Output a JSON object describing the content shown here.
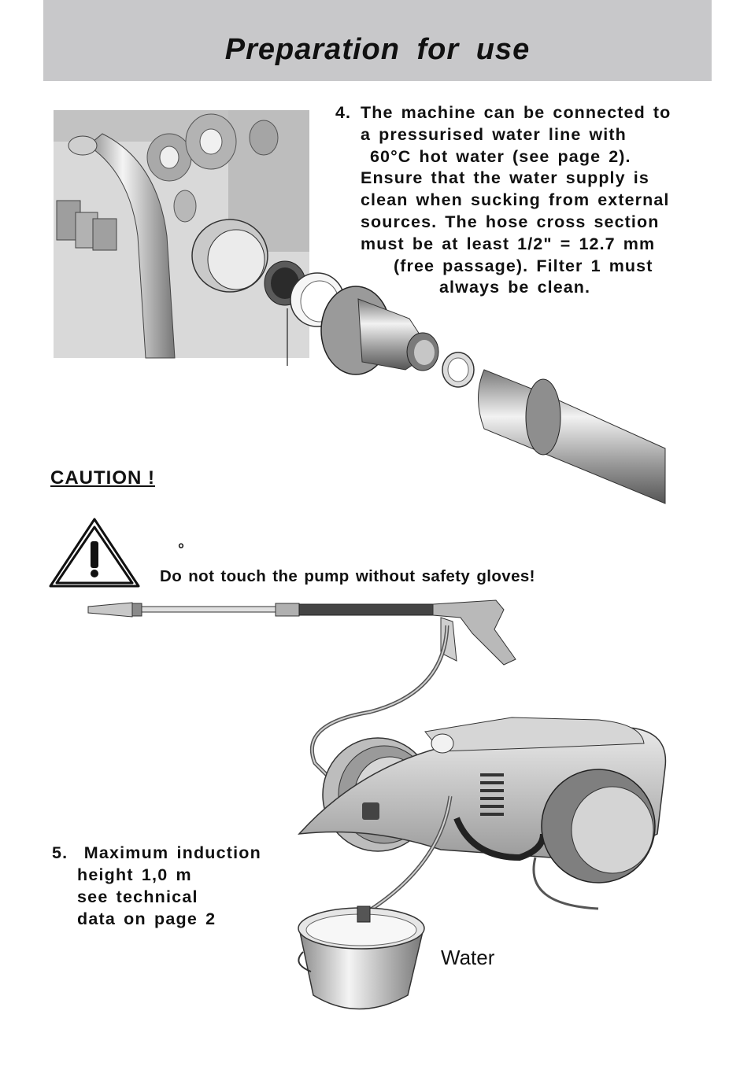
{
  "header": {
    "title": "Preparation for use"
  },
  "step4": {
    "number": "4.",
    "lines": [
      "The machine can be connected to",
      "a pressurised water line with",
      "60°C  hot water (see page 2).",
      "Ensure that the water supply is",
      "clean when sucking from external",
      "sources. The hose cross section",
      "must be at least 1/2\" = 12.7 mm",
      "(free passage). Filter 1 must",
      "always be clean."
    ]
  },
  "caution": {
    "heading": "CAUTION !",
    "degree_mark": "°",
    "warning": "Do not touch the pump without safety gloves!"
  },
  "step5": {
    "number": "5.",
    "lines": [
      "Maximum  induction",
      "height  1,0  m",
      "see  technical",
      "data  on  page  2"
    ]
  },
  "illustration": {
    "water_label": "Water"
  },
  "colors": {
    "header_bg": "#c8c8ca",
    "text": "#111111"
  }
}
